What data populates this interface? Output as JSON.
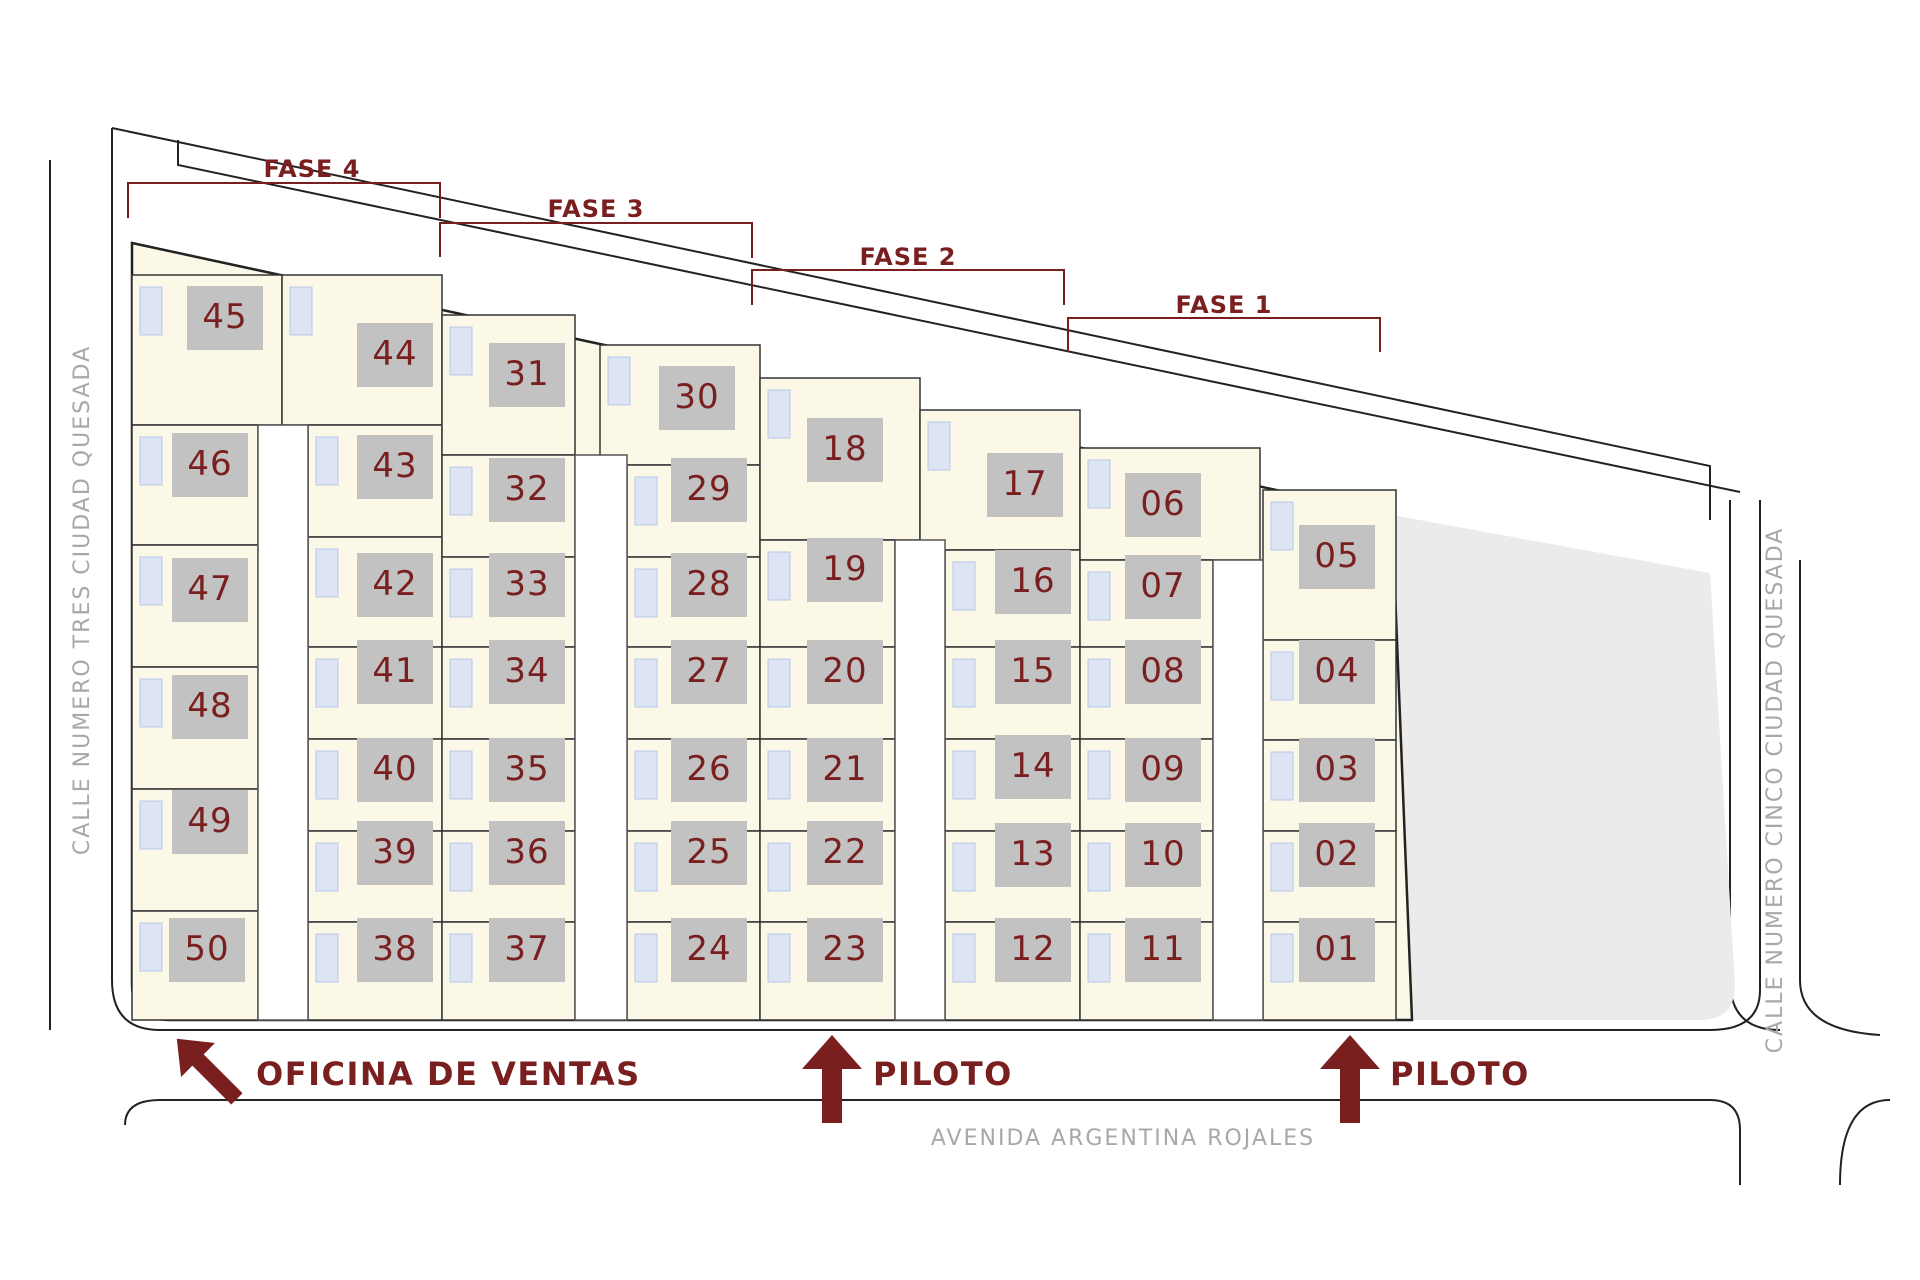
{
  "phases": [
    {
      "label": "FASE 4"
    },
    {
      "label": "FASE 3"
    },
    {
      "label": "FASE 2"
    },
    {
      "label": "FASE 1"
    }
  ],
  "callouts": {
    "sales_office": "OFICINA DE VENTAS",
    "pilot_left": "PILOTO",
    "pilot_right": "PILOTO"
  },
  "streets": {
    "left": "CALLE NUMERO TRES CIUDAD QUESADA",
    "right": "CALLE NUMERO CINCO CIUDAD QUESADA",
    "bottom": "AVENIDA ARGENTINA ROJALES"
  },
  "lots": [
    "01",
    "02",
    "03",
    "04",
    "05",
    "06",
    "07",
    "08",
    "09",
    "10",
    "11",
    "12",
    "13",
    "14",
    "15",
    "16",
    "17",
    "18",
    "19",
    "20",
    "21",
    "22",
    "23",
    "24",
    "25",
    "26",
    "27",
    "28",
    "29",
    "30",
    "31",
    "32",
    "33",
    "34",
    "35",
    "36",
    "37",
    "38",
    "39",
    "40",
    "41",
    "42",
    "43",
    "44",
    "45",
    "46",
    "47",
    "48",
    "49",
    "50"
  ],
  "colors": {
    "accent": "#7a1f1f",
    "lot_fill": "#fbf8e8",
    "house": "#c2c2c2",
    "pool": "#dde5f5",
    "future_area": "#ebebeb",
    "street_text": "#a8a8a8"
  }
}
